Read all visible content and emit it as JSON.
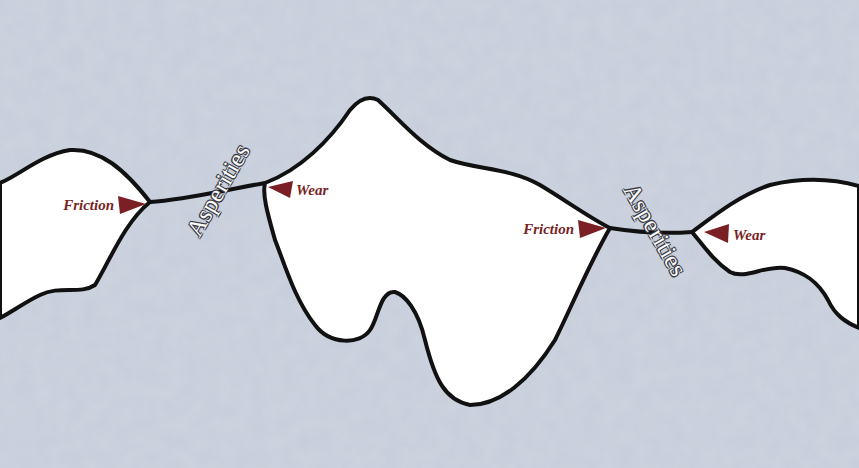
{
  "diagram": {
    "labels": [
      "Friction",
      "Asperities",
      "Wear",
      "Friction",
      "Asperities",
      "Wear"
    ]
  }
}
